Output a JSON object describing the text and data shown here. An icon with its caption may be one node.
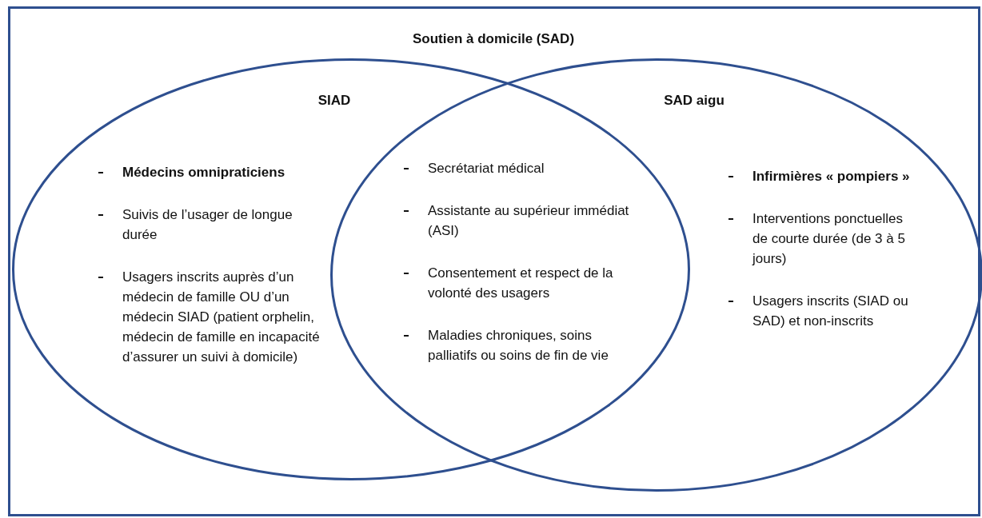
{
  "diagram": {
    "nodes": [
      {
        "text": [
          "Soutien à domicile (SAD)"
        ]
      },
      {
        "text": [
          "SIAD",
          "Médecins omnipraticiens",
          "Suivis de l’usager de longue durée",
          "Usagers inscrits auprès d’un médecin de famille OU d’un médecin SIAD (patient orphelin, médecin de famille en incapacité d’assurer un suivi à domicile)"
        ],
        "in": 0
      },
      {
        "text": [
          "SAD aigu",
          "Infirmières « pompiers »",
          "Interventions ponctuelles de courte durée (de 3 à 5 jours)",
          "Usagers inscrits (SIAD ou SAD) et non-inscrits"
        ],
        "in": 0
      }
    ],
    "labels": [
      "Secrétariat médical",
      "Assistante au supérieur immédiat (ASI)",
      "Consentement et respect de la volonté des usagers",
      "Maladies chroniques, soins palliatifs ou soins de fin de vie"
    ]
  }
}
